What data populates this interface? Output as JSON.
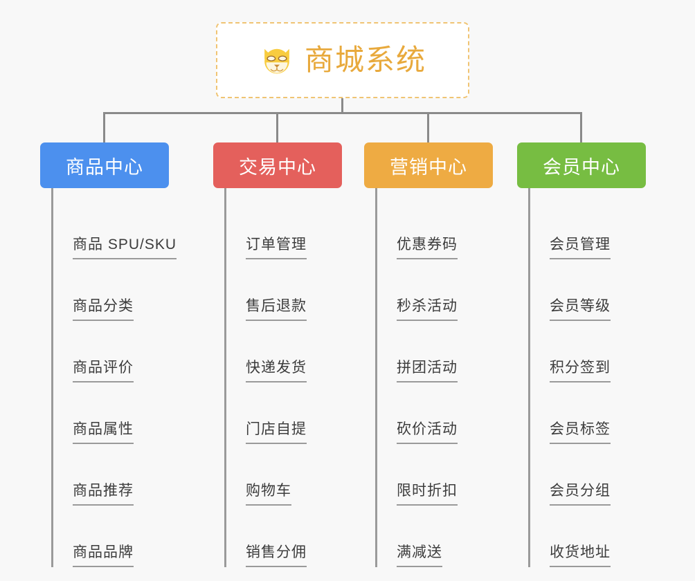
{
  "canvas": {
    "background": "#f8f8f8",
    "connector_color": "#8a8a8a"
  },
  "root": {
    "title": "商城系统",
    "icon": "shiba-dog-icon",
    "title_color": "#e8a93c",
    "border_color": "#f0c473",
    "background": "#ffffff"
  },
  "categories": [
    {
      "label": "商品中心",
      "color": "#4c90ee",
      "items": [
        {
          "label": "商品 SPU/SKU"
        },
        {
          "label": "商品分类"
        },
        {
          "label": "商品评价"
        },
        {
          "label": "商品属性"
        },
        {
          "label": "商品推荐"
        },
        {
          "label": "商品品牌"
        }
      ]
    },
    {
      "label": "交易中心",
      "color": "#e4605c",
      "items": [
        {
          "label": "订单管理"
        },
        {
          "label": "售后退款"
        },
        {
          "label": "快递发货"
        },
        {
          "label": "门店自提"
        },
        {
          "label": "购物车"
        },
        {
          "label": "销售分佣"
        }
      ]
    },
    {
      "label": "营销中心",
      "color": "#eeab43",
      "items": [
        {
          "label": "优惠券码"
        },
        {
          "label": "秒杀活动"
        },
        {
          "label": "拼团活动"
        },
        {
          "label": "砍价活动"
        },
        {
          "label": "限时折扣"
        },
        {
          "label": "满减送"
        }
      ]
    },
    {
      "label": "会员中心",
      "color": "#77bd42",
      "items": [
        {
          "label": "会员管理"
        },
        {
          "label": "会员等级"
        },
        {
          "label": "积分签到"
        },
        {
          "label": "会员标签"
        },
        {
          "label": "会员分组"
        },
        {
          "label": "收货地址"
        }
      ]
    }
  ]
}
